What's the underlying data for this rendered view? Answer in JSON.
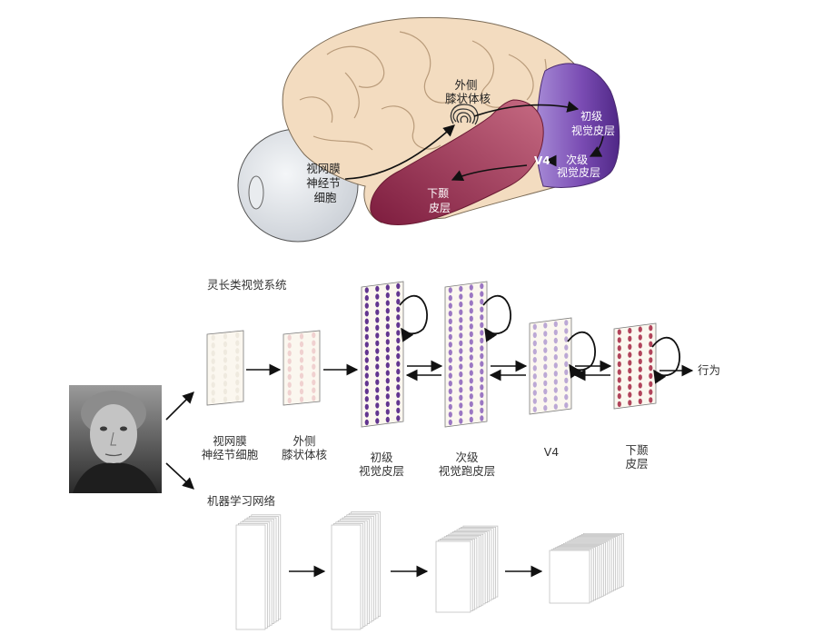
{
  "brain": {
    "rgc": [
      "视网膜",
      "神经节",
      "细胞"
    ],
    "lgn": [
      "外侧",
      "膝状体核"
    ],
    "v1": [
      "初级",
      "视觉皮层"
    ],
    "v4": "V4",
    "v2": [
      "次级",
      "视觉皮层"
    ],
    "it": [
      "下颞",
      "皮层"
    ]
  },
  "primate": {
    "title": "灵长类视觉系统",
    "output": "行为",
    "stages": [
      {
        "lines": [
          "视网膜",
          "神经节细胞"
        ]
      },
      {
        "lines": [
          "外侧",
          "膝状体核"
        ]
      },
      {
        "lines": [
          "初级",
          "视觉皮层"
        ]
      },
      {
        "lines": [
          "次级",
          "视觉跑皮层"
        ]
      },
      {
        "lines": [
          "V4"
        ]
      },
      {
        "lines": [
          "下颞",
          "皮层"
        ]
      }
    ]
  },
  "ml": {
    "title": "机器学习网络"
  },
  "colors": {
    "v1": "#5a2a8a",
    "v2": "#8a60bb",
    "v4": "#b09ad0",
    "it": "#a8304a",
    "retina": "#d9d1c4",
    "lgn": "#e8b3b6",
    "cortex": "#f5e1c8",
    "occipital": "#6b3fa0",
    "temporal": "#a33652"
  }
}
